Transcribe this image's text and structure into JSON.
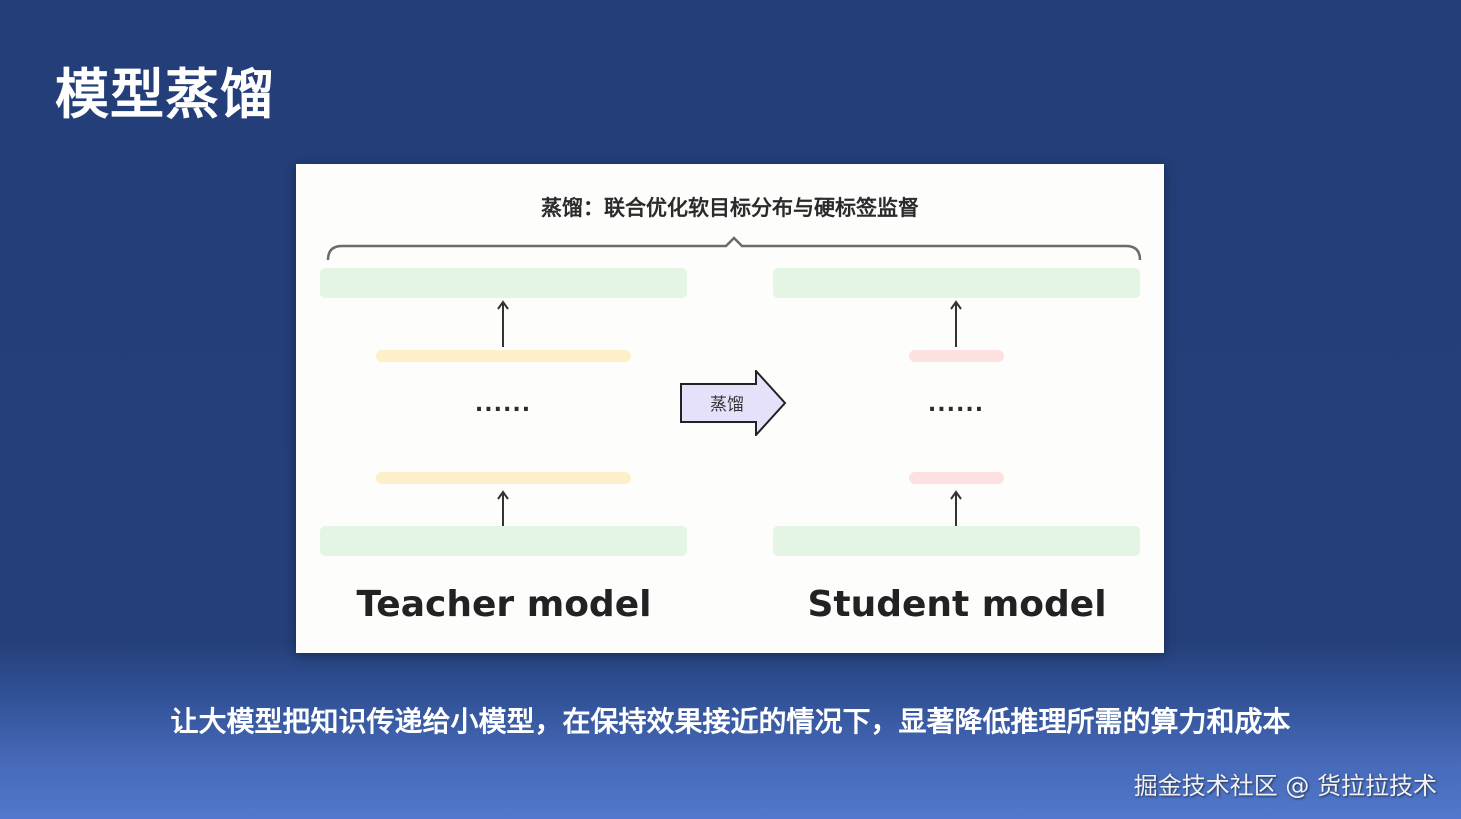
{
  "slide": {
    "title": "模型蒸馏",
    "caption": "让大模型把知识传递给小模型，在保持效果接近的情况下，显著降低推理所需的算力和成本",
    "credit": "掘金技术社区 @ 货拉拉技术"
  },
  "diagram": {
    "heading": "蒸馏：联合优化软目标分布与硬标签监督",
    "distill_label": "蒸馏",
    "ellipsis": "......",
    "teacher": {
      "label": "Teacher model",
      "layer_color": "#fdefc9"
    },
    "student": {
      "label": "Student model",
      "layer_color": "#fde1e1"
    },
    "io_color": "#e4f5e3",
    "arrow_fill": "#e6e1fb"
  }
}
